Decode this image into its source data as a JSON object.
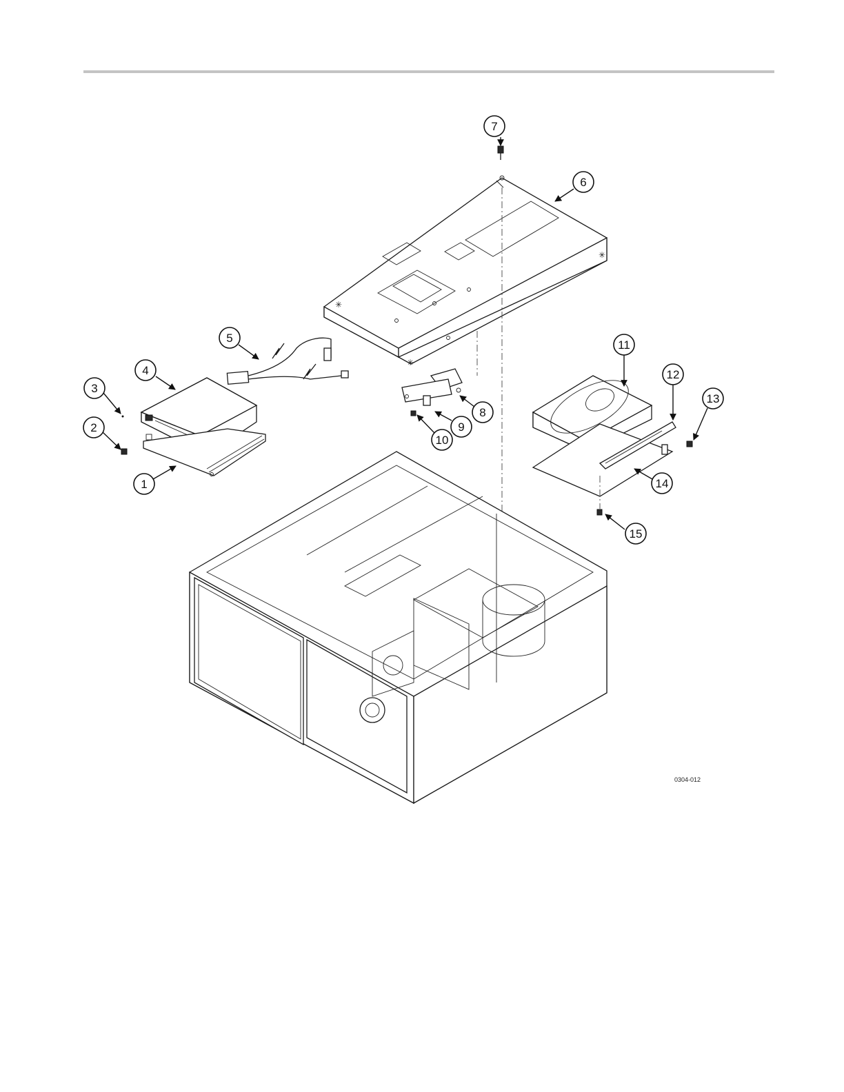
{
  "figure": {
    "code": "0304-012",
    "callouts": [
      "1",
      "2",
      "3",
      "4",
      "5",
      "6",
      "7",
      "8",
      "9",
      "10",
      "11",
      "12",
      "13",
      "14",
      "15"
    ]
  }
}
